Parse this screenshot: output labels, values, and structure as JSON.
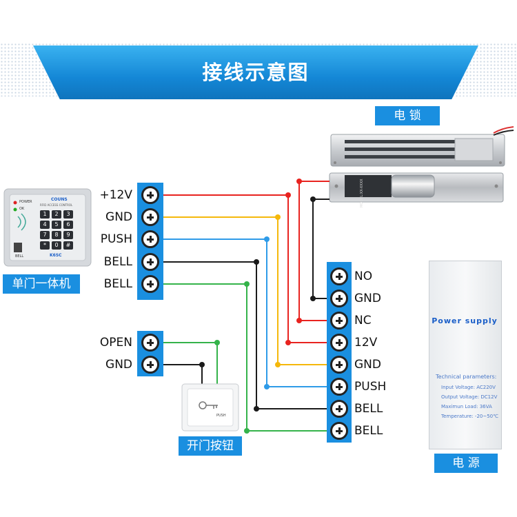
{
  "banner": {
    "title": "接线示意图"
  },
  "components": {
    "lock_label": "电 锁",
    "reader_label": "单门一体机",
    "button_label": "开门按钮",
    "power_label": "电 源"
  },
  "reader": {
    "brand": "COUNS",
    "subtitle": "RFID ACCESS CONTROL",
    "model": "K6SC",
    "power_led": "POWER",
    "ok_led": "OK",
    "bell": "BELL",
    "keys": [
      "1",
      "2",
      "3",
      "4",
      "5",
      "6",
      "7",
      "8",
      "9",
      "*",
      "0",
      "#"
    ]
  },
  "button": {
    "text": "PUSH"
  },
  "lock_sticker": {
    "text": "MODEL:XX-XXXX"
  },
  "power_supply": {
    "title": "Power  supply",
    "params_title": "Technical parameters:",
    "params": [
      "Input Voltage: AC220V",
      "Output Voltage: DC12V",
      "Maximun Load: 36VA",
      "Temperature: -20~50℃"
    ]
  },
  "reader_terminals": [
    "+12V",
    "GND",
    "PUSH",
    "BELL",
    "BELL"
  ],
  "button_terminals": [
    "OPEN",
    "GND"
  ],
  "power_terminals": [
    "NO",
    "GND",
    "NC",
    "12V",
    "GND",
    "PUSH",
    "BELL",
    "BELL"
  ],
  "colors": {
    "red": "#e8231f",
    "yellow": "#f5b80b",
    "blue": "#2e9be8",
    "black": "#1a1a1a",
    "green": "#34b34a",
    "accent": "#1a8fe0"
  }
}
